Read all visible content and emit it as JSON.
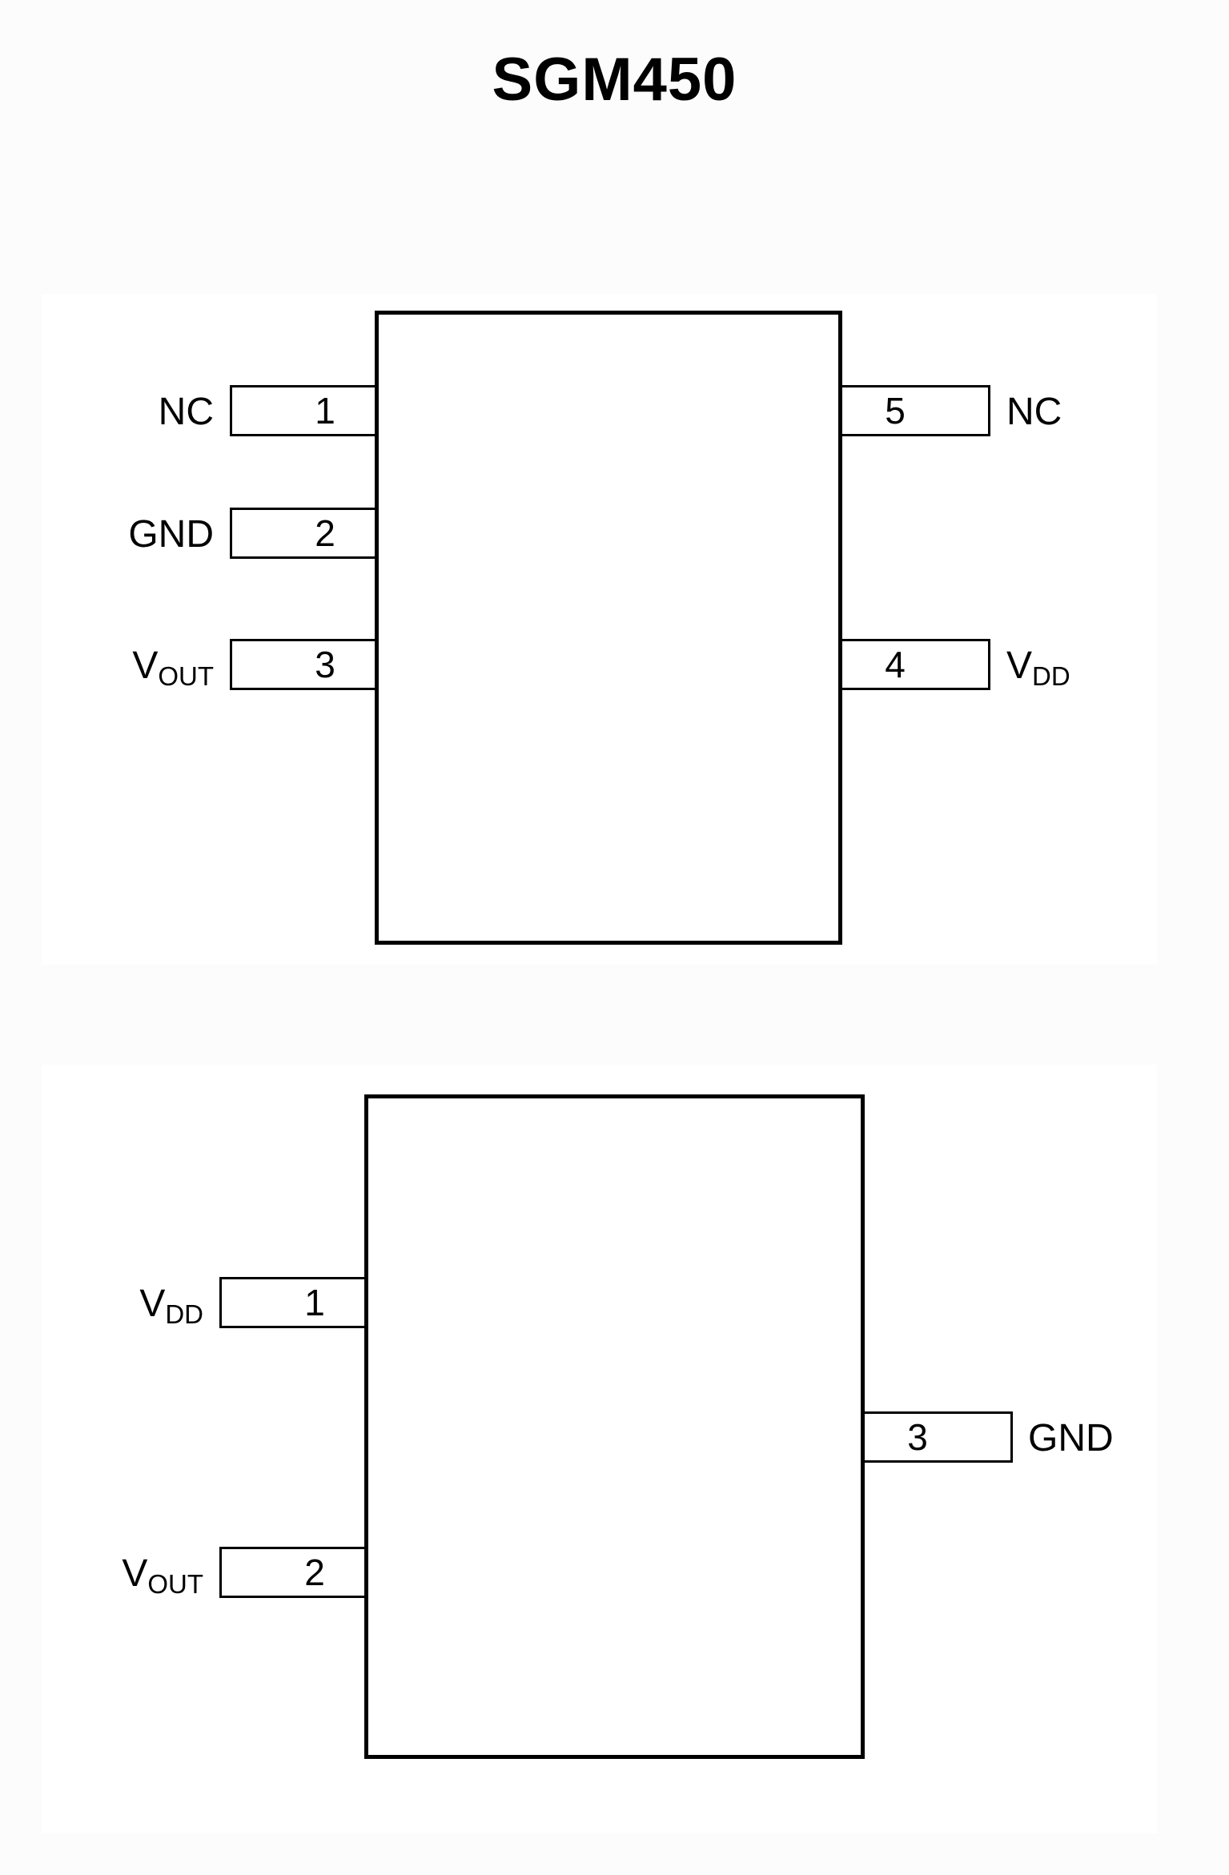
{
  "title": "SGM450",
  "packages": [
    {
      "name": "package-5pin",
      "pins_left": [
        {
          "number": "1",
          "label": "NC",
          "label_sub": ""
        },
        {
          "number": "2",
          "label": "GND",
          "label_sub": ""
        },
        {
          "number": "3",
          "label": "V",
          "label_sub": "OUT"
        }
      ],
      "pins_right": [
        {
          "number": "5",
          "label": "NC",
          "label_sub": ""
        },
        {
          "number": "4",
          "label": "V",
          "label_sub": "DD"
        }
      ]
    },
    {
      "name": "package-3pin",
      "pins_left": [
        {
          "number": "1",
          "label": "V",
          "label_sub": "DD"
        },
        {
          "number": "2",
          "label": "V",
          "label_sub": "OUT"
        }
      ],
      "pins_right": [
        {
          "number": "3",
          "label": "GND",
          "label_sub": ""
        }
      ]
    }
  ],
  "colors": {
    "line": "#000000",
    "body_fill": "#ffffff",
    "page_background": "#fcfcfc",
    "panel_background": "#ffffff"
  }
}
